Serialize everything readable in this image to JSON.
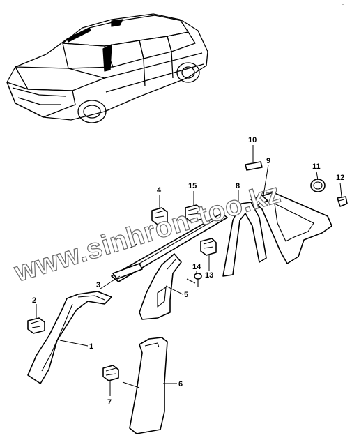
{
  "diagram": {
    "corner_mark": "=",
    "watermark": "www.sinhron-too.kz",
    "callouts": [
      "1",
      "2",
      "3",
      "4",
      "5",
      "6",
      "7",
      "8",
      "9",
      "10",
      "11",
      "12",
      "13",
      "14",
      "15"
    ]
  }
}
